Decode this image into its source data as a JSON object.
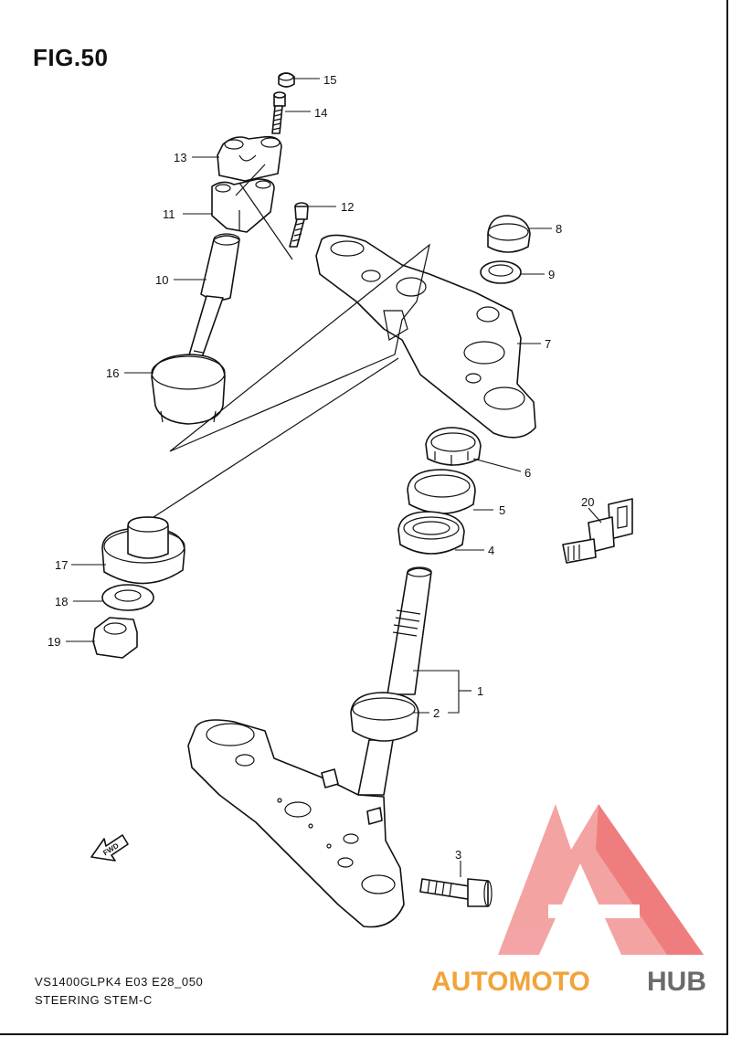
{
  "figure": {
    "title": "FIG.50",
    "model_code": "VS1400GLPK4 E03 E28_050",
    "caption": "STEERING STEM-C"
  },
  "callouts": [
    "15",
    "14",
    "13",
    "11",
    "12",
    "10",
    "8",
    "9",
    "7",
    "16",
    "6",
    "5",
    "4",
    "20",
    "17",
    "18",
    "19",
    "1",
    "2",
    "3"
  ],
  "fwd_arrow": {
    "label": "FWD",
    "icon": "fwd-arrow-icon"
  },
  "watermark": {
    "brand": "AUTOMOTOHUB",
    "word_a": "AUTOMOTO",
    "word_b": "HUB",
    "color_red": "#ea4b4b",
    "color_orange": "#f2a33a",
    "color_gray": "#6b6b6b"
  }
}
